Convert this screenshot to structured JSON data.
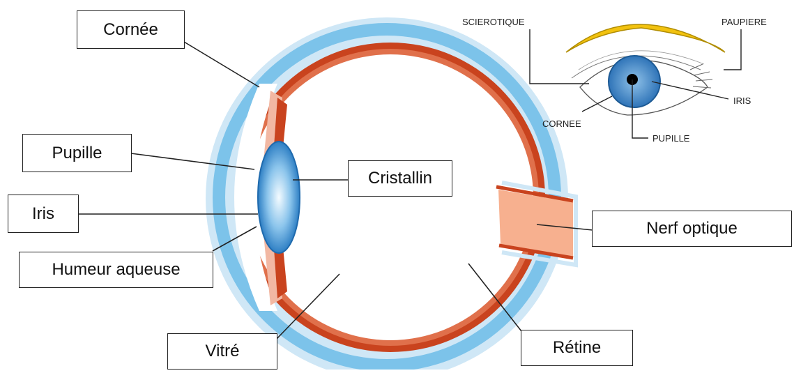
{
  "main_diagram": {
    "labels": {
      "cornee": "Cornée",
      "pupille": "Pupille",
      "iris": "Iris",
      "humeur_aqueuse": "Humeur aqueuse",
      "vitre": "Vitré",
      "cristallin": "Cristallin",
      "nerf_optique": "Nerf optique",
      "retine": "Rétine"
    },
    "colors": {
      "sclera_outer": "#7cc3ea",
      "sclera_light": "#cfe7f6",
      "choroid_retina": "#c9431e",
      "choroid_dark": "#a8321a",
      "ciliary": "#f2b8a3",
      "lens_center": "#e8f4fc",
      "lens_edge": "#2e7fc4",
      "nerve": "#f7b08f"
    }
  },
  "inset_eye": {
    "labels": {
      "sclerotique": "SCIEROTIQUE",
      "paupiere": "PAUPIERE",
      "iris": "IRIS",
      "cornee": "CORNEE",
      "pupille": "PUPILLE"
    },
    "colors": {
      "eyelid": "#f2c20f",
      "iris": "#3f86c8",
      "pupil": "#000000"
    }
  }
}
